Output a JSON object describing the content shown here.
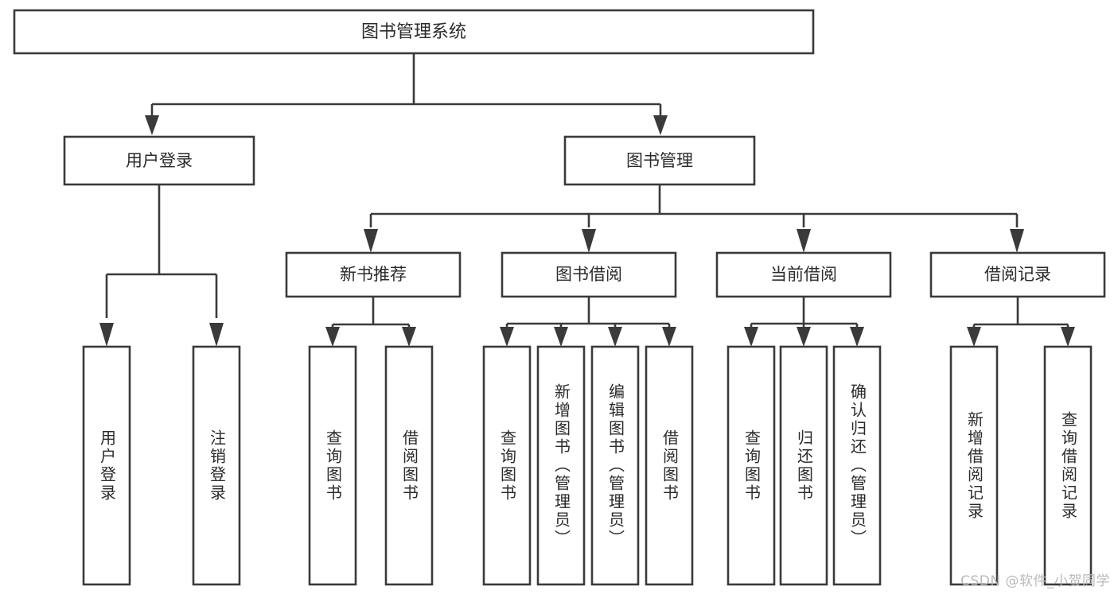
{
  "diagram": {
    "type": "tree",
    "title": "图书管理系统",
    "watermark": "CSDN @软件_小贺同学",
    "root": {
      "id": "root",
      "label": "图书管理系统",
      "orientation": "horizontal"
    },
    "level1": [
      {
        "id": "user-login",
        "label": "用户登录",
        "orientation": "horizontal"
      },
      {
        "id": "book-manage",
        "label": "图书管理",
        "orientation": "horizontal"
      }
    ],
    "level2": [
      {
        "id": "new-book-recommend",
        "label": "新书推荐",
        "parent": "book-manage",
        "orientation": "horizontal"
      },
      {
        "id": "book-borrow",
        "label": "图书借阅",
        "parent": "book-manage",
        "orientation": "horizontal"
      },
      {
        "id": "current-borrow",
        "label": "当前借阅",
        "parent": "book-manage",
        "orientation": "horizontal"
      },
      {
        "id": "borrow-record",
        "label": "借阅记录",
        "parent": "book-manage",
        "orientation": "horizontal"
      }
    ],
    "leaves": [
      {
        "id": "leaf-user-login",
        "label": "用户登录",
        "parent": "user-login",
        "orientation": "vertical"
      },
      {
        "id": "leaf-user-logout",
        "label": "注销登录",
        "parent": "user-login",
        "orientation": "vertical"
      },
      {
        "id": "leaf-query-book-1",
        "label": "查询图书",
        "parent": "new-book-recommend",
        "orientation": "vertical"
      },
      {
        "id": "leaf-borrow-book-1",
        "label": "借阅图书",
        "parent": "new-book-recommend",
        "orientation": "vertical"
      },
      {
        "id": "leaf-query-book-2",
        "label": "查询图书",
        "parent": "book-borrow",
        "orientation": "vertical"
      },
      {
        "id": "leaf-add-book",
        "label": "新增图书（管理员）",
        "parent": "book-borrow",
        "orientation": "vertical"
      },
      {
        "id": "leaf-edit-book",
        "label": "编辑图书（管理员）",
        "parent": "book-borrow",
        "orientation": "vertical"
      },
      {
        "id": "leaf-borrow-book-2",
        "label": "借阅图书",
        "parent": "book-borrow",
        "orientation": "vertical"
      },
      {
        "id": "leaf-query-book-3",
        "label": "查询图书",
        "parent": "current-borrow",
        "orientation": "vertical"
      },
      {
        "id": "leaf-return-book",
        "label": "归还图书",
        "parent": "current-borrow",
        "orientation": "vertical"
      },
      {
        "id": "leaf-confirm-return",
        "label": "确认归还（管理员）",
        "parent": "current-borrow",
        "orientation": "vertical"
      },
      {
        "id": "leaf-add-record",
        "label": "新增借阅记录",
        "parent": "borrow-record",
        "orientation": "vertical"
      },
      {
        "id": "leaf-query-record",
        "label": "查询借阅记录",
        "parent": "borrow-record",
        "orientation": "vertical"
      }
    ],
    "colors": {
      "stroke": "#3a3a3a",
      "fill": "#ffffff",
      "text": "#2b2b2b",
      "watermark": "#b9b9b9"
    }
  }
}
